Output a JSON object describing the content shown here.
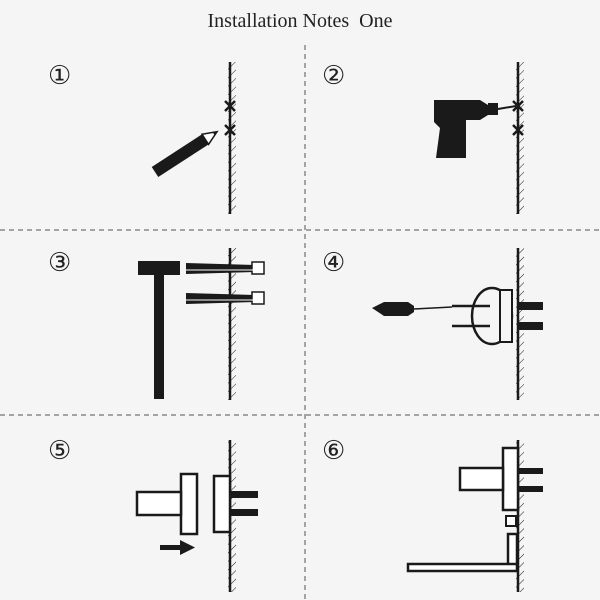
{
  "title": "Installation Notes  One",
  "steps": [
    {
      "number": "①",
      "icon": "pencil-mark-wall-icon"
    },
    {
      "number": "②",
      "icon": "drill-wall-icon"
    },
    {
      "number": "③",
      "icon": "hammer-anchor-icon"
    },
    {
      "number": "④",
      "icon": "screwdriver-mount-icon"
    },
    {
      "number": "⑤",
      "icon": "slide-on-bracket-icon"
    },
    {
      "number": "⑥",
      "icon": "installed-rail-icon"
    }
  ],
  "colors": {
    "ink": "#1a1a1a",
    "background": "#f5f5f5",
    "divider": "#8a8a8a"
  }
}
